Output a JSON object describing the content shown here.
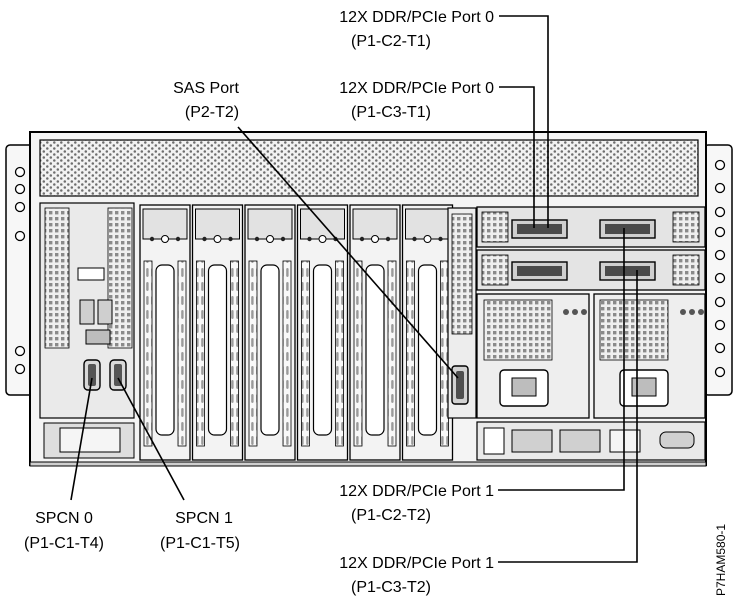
{
  "labels": {
    "c2t1_line1": "12X DDR/PCIe Port 0",
    "c2t1_line2": "(P1-C2-T1)",
    "c3t1_line1": "12X DDR/PCIe Port 0",
    "c3t1_line2": "(P1-C3-T1)",
    "sas_line1": "SAS Port",
    "sas_line2": "(P2-T2)",
    "spcn0_line1": "SPCN 0",
    "spcn0_line2": "(P1-C1-T4)",
    "spcn1_line1": "SPCN 1",
    "spcn1_line2": "(P1-C1-T5)",
    "c2t2_line1": "12X DDR/PCIe Port 1",
    "c2t2_line2": "(P1-C2-T2)",
    "c3t2_line1": "12X DDR/PCIe Port 1",
    "c3t2_line2": "(P1-C3-T2)"
  },
  "figure_id": "P7HAM580-1",
  "colors": {
    "line": "#000000",
    "chassis": "#f4f4f4",
    "vent": "#7a7a7a",
    "panel": "#e6e6e6"
  }
}
